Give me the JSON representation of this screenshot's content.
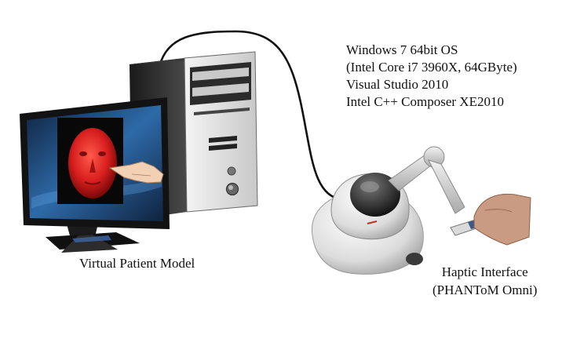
{
  "system_specs": [
    "Windows 7 64bit OS",
    "(Intel Core i7 3960X, 64GByte)",
    "Visual Studio 2010",
    "Intel C++ Composer XE2010"
  ],
  "labels": {
    "virtual_patient": "Virtual Patient Model",
    "haptic_line1": "Haptic Interface",
    "haptic_line2": "(PHANToM Omni)"
  },
  "icons": {
    "computer": "desktop-tower-icon",
    "monitor": "monitor-icon",
    "haptic": "haptic-device-icon",
    "cable": "cable-connector"
  },
  "colors": {
    "tower_body": "#d9d9d9",
    "tower_dark": "#2b2b2b",
    "face_red": "#d81f1f",
    "screen_blue": "#1f4d86",
    "cable": "#111111",
    "haptic_shell": "#e8e8e8"
  }
}
